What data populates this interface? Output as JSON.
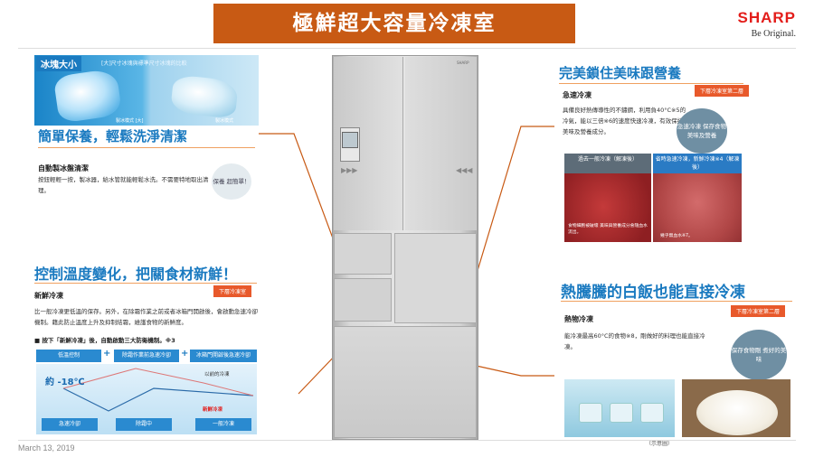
{
  "header": {
    "title": "極鮮超大容量冷凍室",
    "brand": "SHARP",
    "tagline": "Be Original."
  },
  "footer": {
    "date": "March 13, 2019"
  },
  "ice": {
    "tag": "冰塊大小",
    "caption": "[大]尺寸冰塊與標準尺寸冰塊的比較",
    "label_big": "製冰模式 [大]",
    "label_std": "製冰模式"
  },
  "section1": {
    "title": "簡單保養，輕鬆洗淨清潔",
    "subtitle": "自動製冰盤清潔",
    "body": "按鈕輕輕一按，製冰器，給水管就能輕鬆水洗。不需要特地取出清理。",
    "bubble": "保養 超簡單！"
  },
  "section2": {
    "title": "控制溫度變化，把關食材新鮮！",
    "tag": "下層冷凍室",
    "subtitle": "新鮮冷凍",
    "body": "比一般冷凍更低溫的保存。另外，在除霜作業之前或者冰箱門開啟後，會啟動急速冷卻機制。藉此防止溫度上升及抑制結霜，維護食物的新鮮度。",
    "note": "■ 按下「新鮮冷凍」後，自動啟動三大防衛機制。※3",
    "pills": [
      "低溫控制",
      "除霜作業前急速冷卻",
      "冰箱門開啟後急速冷卻"
    ],
    "graph_temp": "約 -18℃",
    "graph_label_old": "以前的冷凍",
    "graph_label_new": "新鮮冷凍",
    "steps": [
      "急速冷卻",
      "除霜中",
      "一般冷凍"
    ]
  },
  "section3": {
    "title": "完美鎖住美味跟營養",
    "tag": "下層冷凍室第二層",
    "subtitle": "急速冷凍",
    "body": "具備良好熱傳導性的不鏽鋼，利用負40°C※5的冷氣，能以三倍※6的速度快速冷凍，有效保持美味及營養成分。",
    "bubble": "急速冷凍 保存食物 美味及營養",
    "meat_left_head": "過去一般冷凍（解凍後）",
    "meat_right_head": "省時急速冷凍，新鮮冷凍※4（解凍後）",
    "meat_left_caption": "食物細胞被破壞 美味與營養成分會隨血水流出。",
    "meat_right_caption": "幾乎無血水※7。"
  },
  "section4": {
    "title": "熱騰騰的白飯也能直接冷凍",
    "tag": "下層冷凍室第二層",
    "subtitle": "熱物冷凍",
    "body": "能冷凍最高60°C的食物※8，剛做好的料理也能直接冷凍。",
    "bubble": "保存食物剛 煮好的美味",
    "image_note": "（示意圖）"
  },
  "fridge": {
    "logo": "SHARP"
  }
}
